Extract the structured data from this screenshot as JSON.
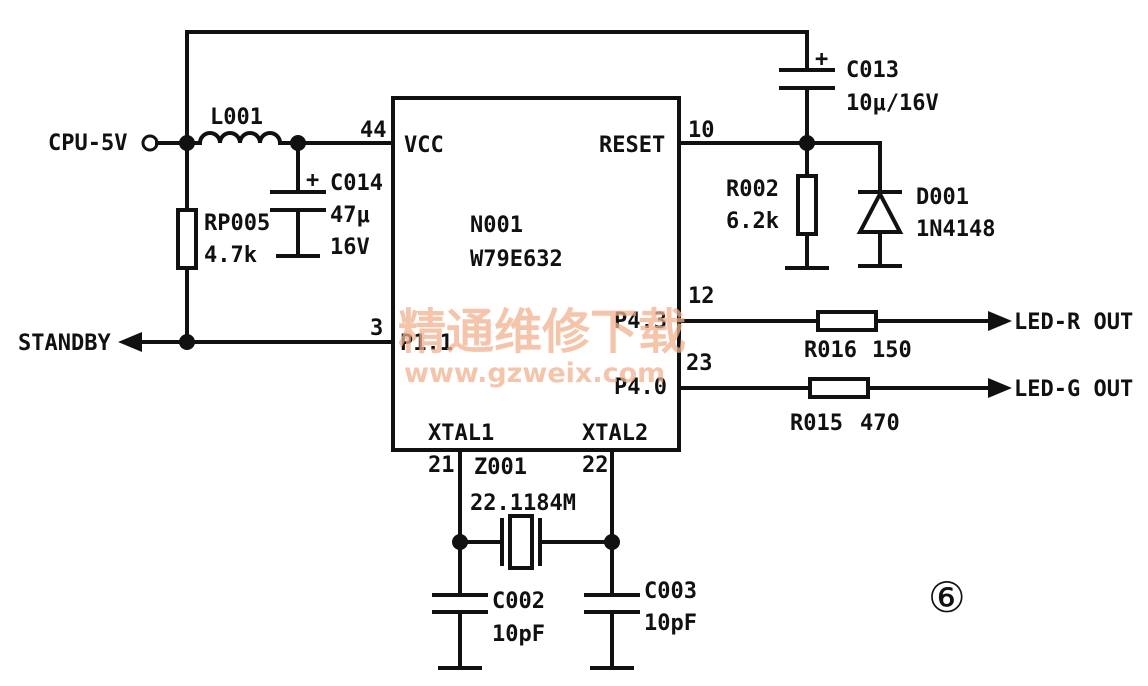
{
  "ic": {
    "ref": "N001",
    "part": "W79E632",
    "pins": {
      "vcc_name": "VCC",
      "vcc_num": "44",
      "reset_name": "RESET",
      "reset_num": "10",
      "p43_name": "P4.3",
      "p43_num": "12",
      "p40_name": "P4.0",
      "p40_num": "23",
      "p11_name": "P1.1",
      "p11_num": "3",
      "xtal1_name": "XTAL1",
      "xtal1_num": "21",
      "xtal2_name": "XTAL2",
      "xtal2_num": "22"
    }
  },
  "nets": {
    "power_in": "CPU-5V",
    "standby": "STANDBY",
    "led_r": "LED-R OUT",
    "led_g": "LED-G OUT"
  },
  "components": {
    "L001": {
      "ref": "L001"
    },
    "RP005": {
      "ref": "RP005",
      "value": "4.7k"
    },
    "C014": {
      "ref": "C014",
      "value": "47μ",
      "voltage": "16V"
    },
    "C013": {
      "ref": "C013",
      "value": "10μ/16V"
    },
    "R002": {
      "ref": "R002",
      "value": "6.2k"
    },
    "D001": {
      "ref": "D001",
      "part": "1N4148"
    },
    "R016": {
      "ref": "R016",
      "value": "150"
    },
    "R015": {
      "ref": "R015",
      "value": "470"
    },
    "Z001": {
      "ref": "Z001",
      "value": "22.1184M"
    },
    "C002": {
      "ref": "C002",
      "value": "10pF"
    },
    "C003": {
      "ref": "C003",
      "value": "10pF"
    }
  },
  "polarity_mark": "+",
  "figure_number": "⑥",
  "watermark": {
    "text_cn": "精通维修下载",
    "url": "www.gzweix.com"
  }
}
